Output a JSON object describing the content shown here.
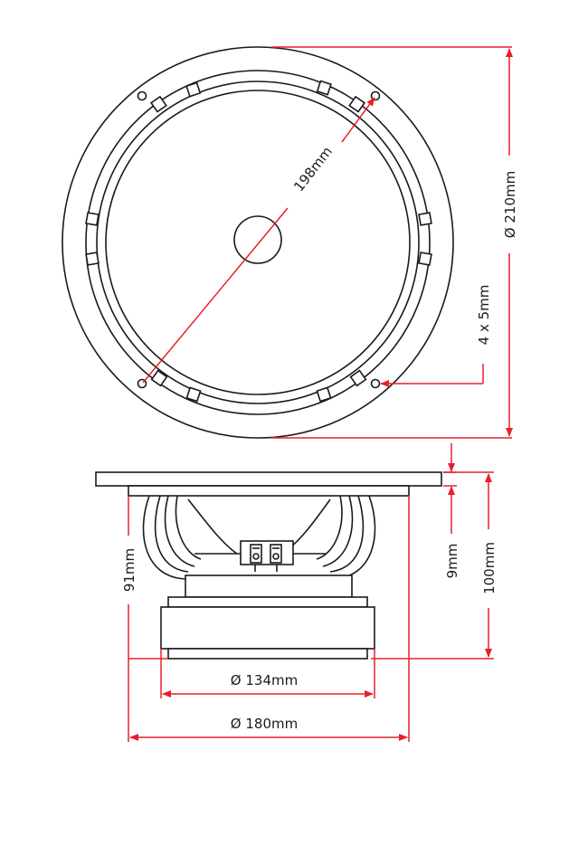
{
  "dimensions": {
    "inner_diameter": "198mm",
    "outer_diameter": "Ø 210mm",
    "mounting_holes": "4 x 5mm",
    "flange_thickness": "9mm",
    "total_depth": "100mm",
    "mounting_depth": "91mm",
    "magnet_diameter": "Ø 134mm",
    "basket_diameter": "Ø 180mm"
  },
  "colors": {
    "outline": "#1a1a1a",
    "dimension": "#e8202a",
    "background": "#ffffff"
  }
}
